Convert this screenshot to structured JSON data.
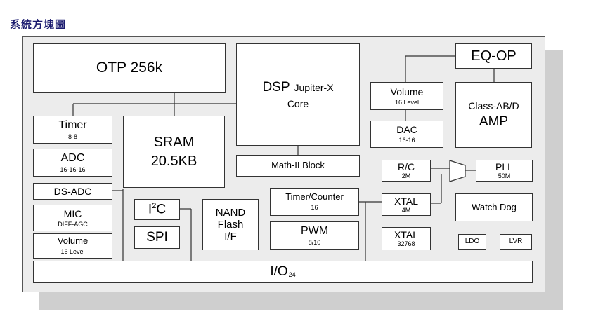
{
  "title": "系統方塊圖",
  "blocks": {
    "otp": {
      "label": "OTP 256k"
    },
    "dsp": {
      "main": "DSP",
      "sub1": "Jupiter-X",
      "sub2": "Core"
    },
    "eqop": {
      "label": "EQ-OP"
    },
    "volume_out": {
      "label": "Volume",
      "sub": "16 Level"
    },
    "amp": {
      "label": "Class-AB/D",
      "sub": "AMP"
    },
    "dac": {
      "label": "DAC",
      "sub": "16-16"
    },
    "timer": {
      "label": "Timer",
      "sub": "8-8"
    },
    "sram": {
      "label": "SRAM",
      "sub": "20.5KB"
    },
    "math": {
      "label": "Math-II Block"
    },
    "adc": {
      "label": "ADC",
      "sub": "16-16-16"
    },
    "dsadc": {
      "label": "DS-ADC"
    },
    "mic": {
      "label": "MIC",
      "sub": "DIFF-AGC"
    },
    "volume_in": {
      "label": "Volume",
      "sub": "16 Level"
    },
    "i2c": {
      "label": "I",
      "sup": "2",
      "tail": "C"
    },
    "spi": {
      "label": "SPI"
    },
    "nand": {
      "l1": "NAND",
      "l2": "Flash",
      "l3": "I/F"
    },
    "timer_counter": {
      "label": "Timer/Counter",
      "sub": "16"
    },
    "pwm": {
      "label": "PWM",
      "sub": "8/10"
    },
    "rc": {
      "label": "R/C",
      "sub": "2M"
    },
    "pll": {
      "label": "PLL",
      "sub": "50M"
    },
    "xtal_4m": {
      "label": "XTAL",
      "sub": "4M"
    },
    "watchdog": {
      "label": "Watch Dog"
    },
    "xtal_32k": {
      "label": "XTAL",
      "sub": "32768"
    },
    "ldo": {
      "label": "LDO"
    },
    "lvr": {
      "label": "LVR"
    },
    "io": {
      "label": "I/O",
      "sub": "24"
    }
  }
}
